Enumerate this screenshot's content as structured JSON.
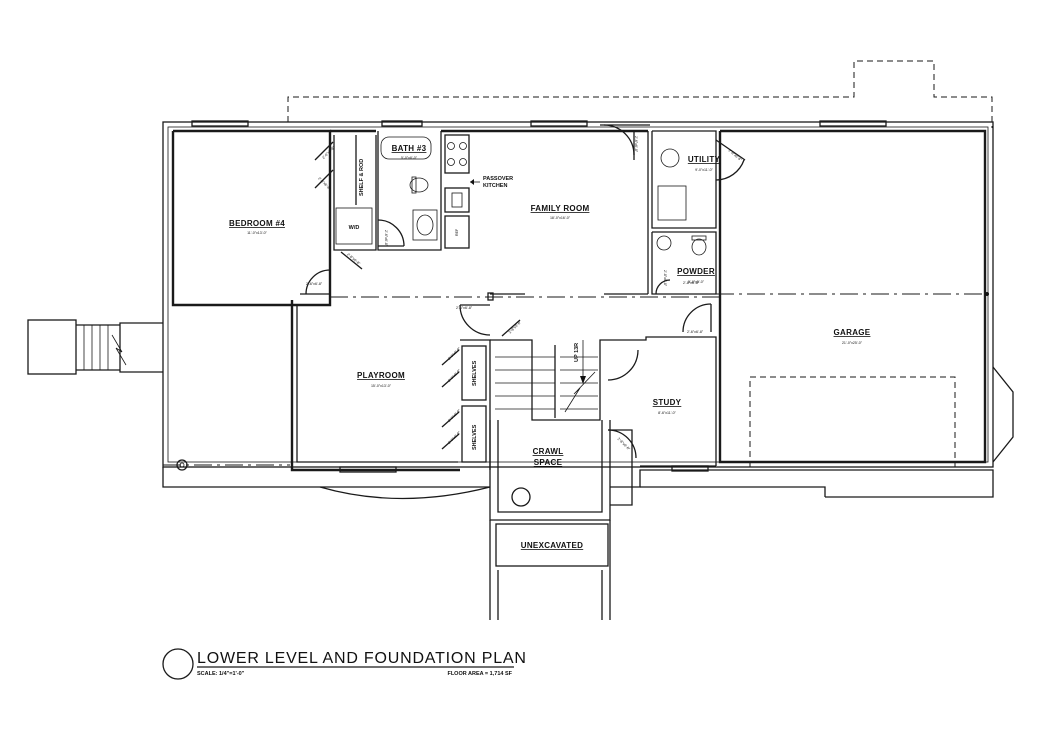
{
  "plan": {
    "title": "LOWER LEVEL AND FOUNDATION PLAN",
    "scale": "SCALE: 1/4\"=1'-0\"",
    "floor_area": "FLOOR AREA = 1,714 SF"
  },
  "rooms": {
    "bedroom": {
      "name": "BEDROOM #4",
      "dim": "11'-0\"x13'-0\""
    },
    "bath": {
      "name": "BATH #3",
      "dim": "5'-0\"x8'-0\""
    },
    "family": {
      "name": "FAMILY ROOM",
      "dim": "18'-0\"x16'-0\""
    },
    "utility": {
      "name": "UTILITY",
      "dim": "9'-0\"x11'-0\""
    },
    "powder": {
      "name": "POWDER",
      "dim": "5'-0\"x5'-0\""
    },
    "garage": {
      "name": "GARAGE",
      "dim": "21'-0\"x25'-0\""
    },
    "playroom": {
      "name": "PLAYROOM",
      "dim": "15'-0\"x13'-0\""
    },
    "study": {
      "name": "STUDY",
      "dim": "8'-6\"x11'-0\""
    },
    "crawl_1": "CRAWL",
    "crawl_2": "SPACE",
    "unexcavated": "UNEXCAVATED"
  },
  "labels": {
    "shelf_rod": "SHELF & ROD",
    "wd": "W/D",
    "passover_1": "PASSOVER",
    "passover_2": "KITCHEN",
    "ref": "REF",
    "shelves_1": "SHELVES",
    "shelves_2": "SHELVES",
    "up": "UP 13R"
  },
  "doors": {
    "d1": "2'-6\"x6'-8\"",
    "d2": "2'-6\"x6'-8\"",
    "d3": "2'-6\"x6'-8\"",
    "d4": "2'-8\"x6'-8\"",
    "d5": "2'-6\"x6'-8\"",
    "d6": "2'-6\"x6'-8\"",
    "d7": "2'-8\"x6'-8\"",
    "d8": "2'-8\"x6'-8\"",
    "d9": "2'-8\"x6'-8\"",
    "d10": "2'-6\"x6'-8\"",
    "d11": "2'-6\"x6'-8\"",
    "d12": "2'-6\"x6'-8\"",
    "d13": "2'-6\"x6'-8\"",
    "d14": "2'-6\"x6'-8\"",
    "d15": "2'-6\"x6'-8\"",
    "d16": "2'-8\"x6'-8\"",
    "d17": "2'-8\"x6'-8\""
  }
}
